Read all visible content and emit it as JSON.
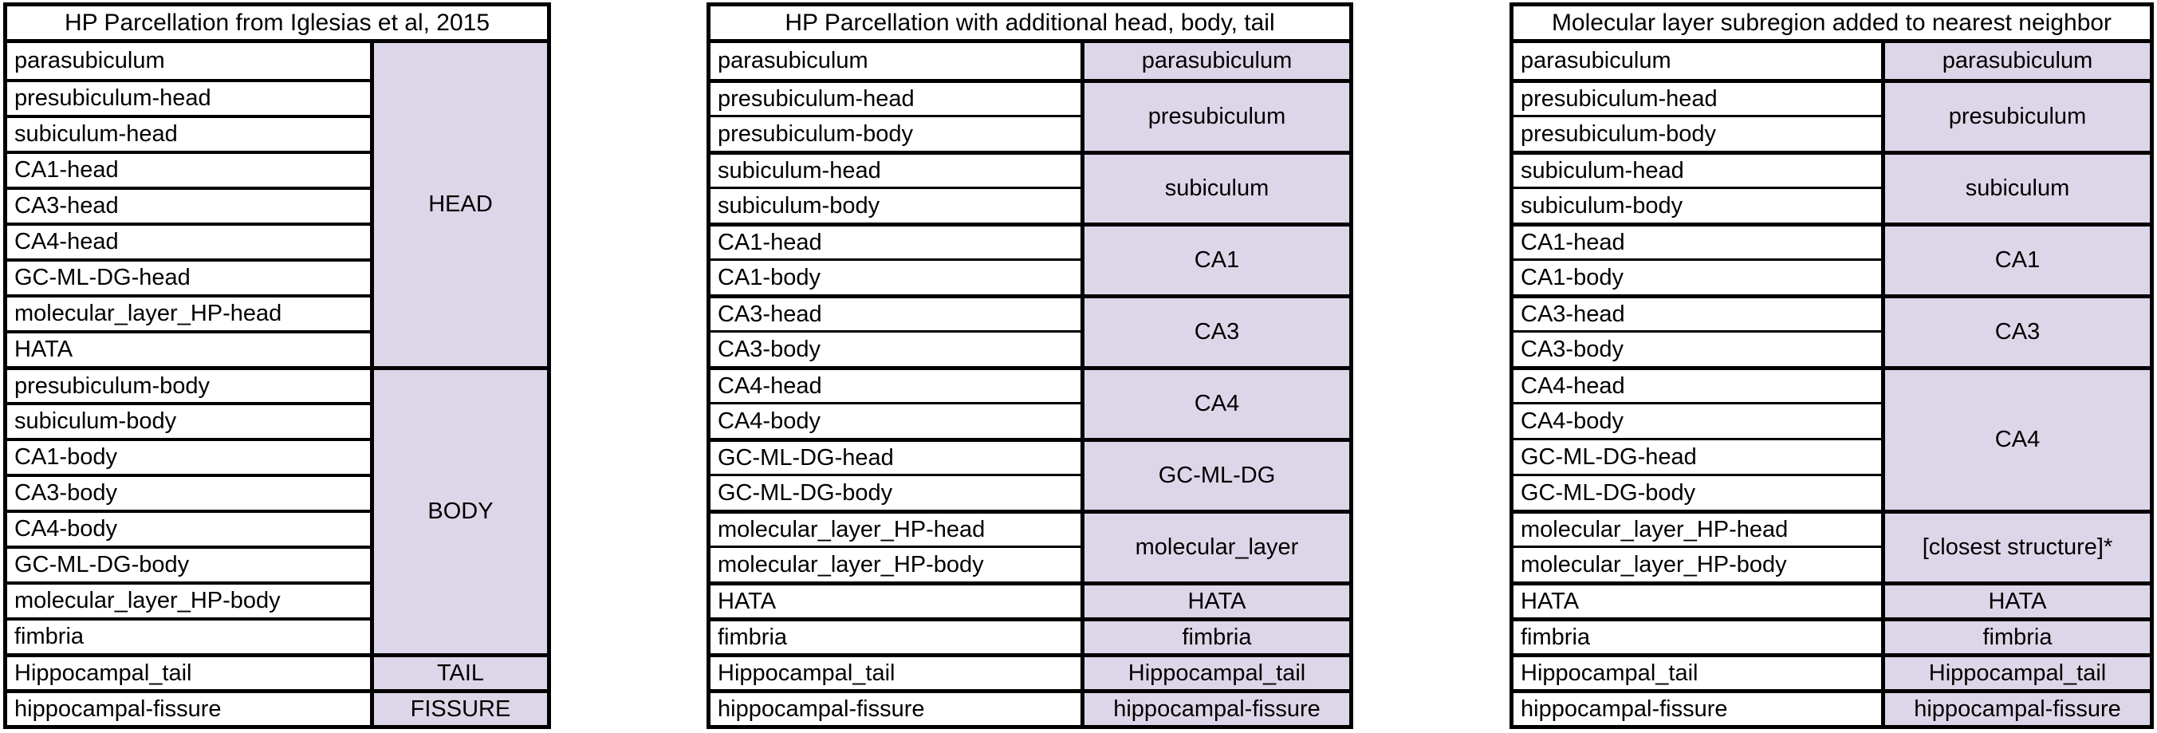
{
  "colors": {
    "group_fill": "#ddd6e8",
    "border": "#000000",
    "background": "#ffffff"
  },
  "tables": [
    {
      "id": "iglesias-2015",
      "title": "HP Parcellation from Iglesias et al, 2015",
      "rows": [
        "parasubiculum",
        "presubiculum-head",
        "subiculum-head",
        "CA1-head",
        "CA3-head",
        "CA4-head",
        "GC-ML-DG-head",
        "molecular_layer_HP-head",
        "HATA",
        "presubiculum-body",
        "subiculum-body",
        "CA1-body",
        "CA3-body",
        "CA4-body",
        "GC-ML-DG-body",
        "molecular_layer_HP-body",
        "fimbria",
        "Hippocampal_tail",
        "hippocampal-fissure"
      ],
      "groups": [
        {
          "label": "HEAD",
          "span": 9
        },
        {
          "label": "BODY",
          "span": 8
        },
        {
          "label": "TAIL",
          "span": 1
        },
        {
          "label": "FISSURE",
          "span": 1
        }
      ]
    },
    {
      "id": "head-body-tail",
      "title": "HP Parcellation with additional head, body, tail",
      "rows": [
        "parasubiculum",
        "presubiculum-head",
        "presubiculum-body",
        "subiculum-head",
        "subiculum-body",
        "CA1-head",
        "CA1-body",
        "CA3-head",
        "CA3-body",
        "CA4-head",
        "CA4-body",
        "GC-ML-DG-head",
        "GC-ML-DG-body",
        "molecular_layer_HP-head",
        "molecular_layer_HP-body",
        "HATA",
        "fimbria",
        "Hippocampal_tail",
        "hippocampal-fissure"
      ],
      "groups": [
        {
          "label": "parasubiculum",
          "span": 1
        },
        {
          "label": "presubiculum",
          "span": 2
        },
        {
          "label": "subiculum",
          "span": 2
        },
        {
          "label": "CA1",
          "span": 2
        },
        {
          "label": "CA3",
          "span": 2
        },
        {
          "label": "CA4",
          "span": 2
        },
        {
          "label": "GC-ML-DG",
          "span": 2
        },
        {
          "label": "molecular_layer",
          "span": 2
        },
        {
          "label": "HATA",
          "span": 1
        },
        {
          "label": "fimbria",
          "span": 1
        },
        {
          "label": "Hippocampal_tail",
          "span": 1
        },
        {
          "label": "hippocampal-fissure",
          "span": 1
        }
      ]
    },
    {
      "id": "molecular-layer-nearest-neighbor",
      "title": "Molecular layer subregion added to nearest neighbor",
      "rows": [
        "parasubiculum",
        "presubiculum-head",
        "presubiculum-body",
        "subiculum-head",
        "subiculum-body",
        "CA1-head",
        "CA1-body",
        "CA3-head",
        "CA3-body",
        "CA4-head",
        "CA4-body",
        "GC-ML-DG-head",
        "GC-ML-DG-body",
        "molecular_layer_HP-head",
        "molecular_layer_HP-body",
        "HATA",
        "fimbria",
        "Hippocampal_tail",
        "hippocampal-fissure"
      ],
      "groups": [
        {
          "label": "parasubiculum",
          "span": 1
        },
        {
          "label": "presubiculum",
          "span": 2
        },
        {
          "label": "subiculum",
          "span": 2
        },
        {
          "label": "CA1",
          "span": 2
        },
        {
          "label": "CA3",
          "span": 2
        },
        {
          "label": "CA4",
          "span": 4
        },
        {
          "label": "[closest structure]*",
          "span": 2
        },
        {
          "label": "HATA",
          "span": 1
        },
        {
          "label": "fimbria",
          "span": 1
        },
        {
          "label": "Hippocampal_tail",
          "span": 1
        },
        {
          "label": "hippocampal-fissure",
          "span": 1
        }
      ]
    }
  ]
}
